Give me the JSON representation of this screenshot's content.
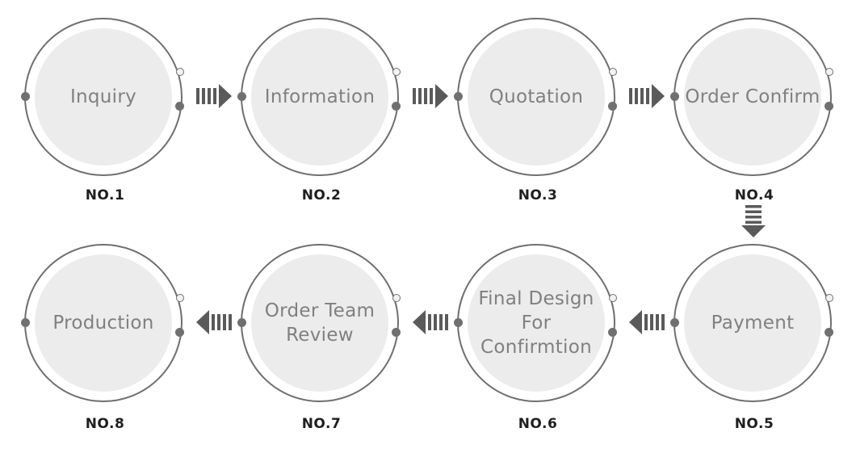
{
  "steps": [
    {
      "label": "Inquiry",
      "number": "NO.1"
    },
    {
      "label": "Information",
      "number": "NO.2"
    },
    {
      "label": "Quotation",
      "number": "NO.3"
    },
    {
      "label": "Order Confirm",
      "number": "NO.4"
    },
    {
      "label": "Payment",
      "number": "NO.5"
    },
    {
      "label": "Final Design\nFor\nConfirmtion",
      "number": "NO.6"
    },
    {
      "label": "Order Team\nReview",
      "number": "NO.7"
    },
    {
      "label": "Production",
      "number": "NO.8"
    }
  ],
  "colors": {
    "ring": "#6f6f6f",
    "disc": "#ececec",
    "label": "#808080",
    "number": "#1f1f1f",
    "arrow": "#5a5a5a"
  }
}
